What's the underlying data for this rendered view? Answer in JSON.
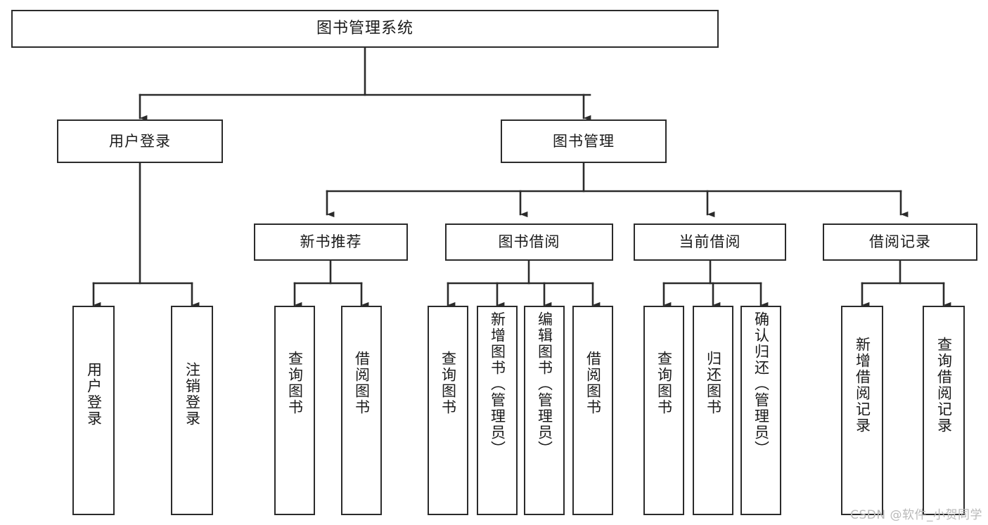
{
  "diagram": {
    "type": "tree-hierarchy",
    "title": "图书管理系统",
    "root": {
      "label": "图书管理系统"
    },
    "level2": [
      {
        "label": "用户登录"
      },
      {
        "label": "图书管理"
      }
    ],
    "level3": [
      {
        "label": "新书推荐"
      },
      {
        "label": "图书借阅"
      },
      {
        "label": "当前借阅"
      },
      {
        "label": "借阅记录"
      }
    ],
    "leaves": [
      {
        "label": "用户登录",
        "parent": "用户登录"
      },
      {
        "label": "注销登录",
        "parent": "用户登录"
      },
      {
        "label": "查询图书",
        "parent": "新书推荐"
      },
      {
        "label": "借阅图书",
        "parent": "新书推荐"
      },
      {
        "label": "查询图书",
        "parent": "图书借阅"
      },
      {
        "label": "新增图书（管理员）",
        "parent": "图书借阅"
      },
      {
        "label": "编辑图书（管理员）",
        "parent": "图书借阅"
      },
      {
        "label": "借阅图书",
        "parent": "图书借阅"
      },
      {
        "label": "查询图书",
        "parent": "当前借阅"
      },
      {
        "label": "归还图书",
        "parent": "当前借阅"
      },
      {
        "label": "确认归还（管理员）",
        "parent": "当前借阅"
      },
      {
        "label": "新增借阅记录",
        "parent": "借阅记录"
      },
      {
        "label": "查询借阅记录",
        "parent": "借阅记录"
      }
    ]
  },
  "watermark": {
    "text": "CSDN @软件_小贺同学"
  },
  "colors": {
    "stroke": "#2b2b2b",
    "fill": "#ffffff",
    "text": "#1a1a1a",
    "watermark": "#b9b9b9"
  }
}
